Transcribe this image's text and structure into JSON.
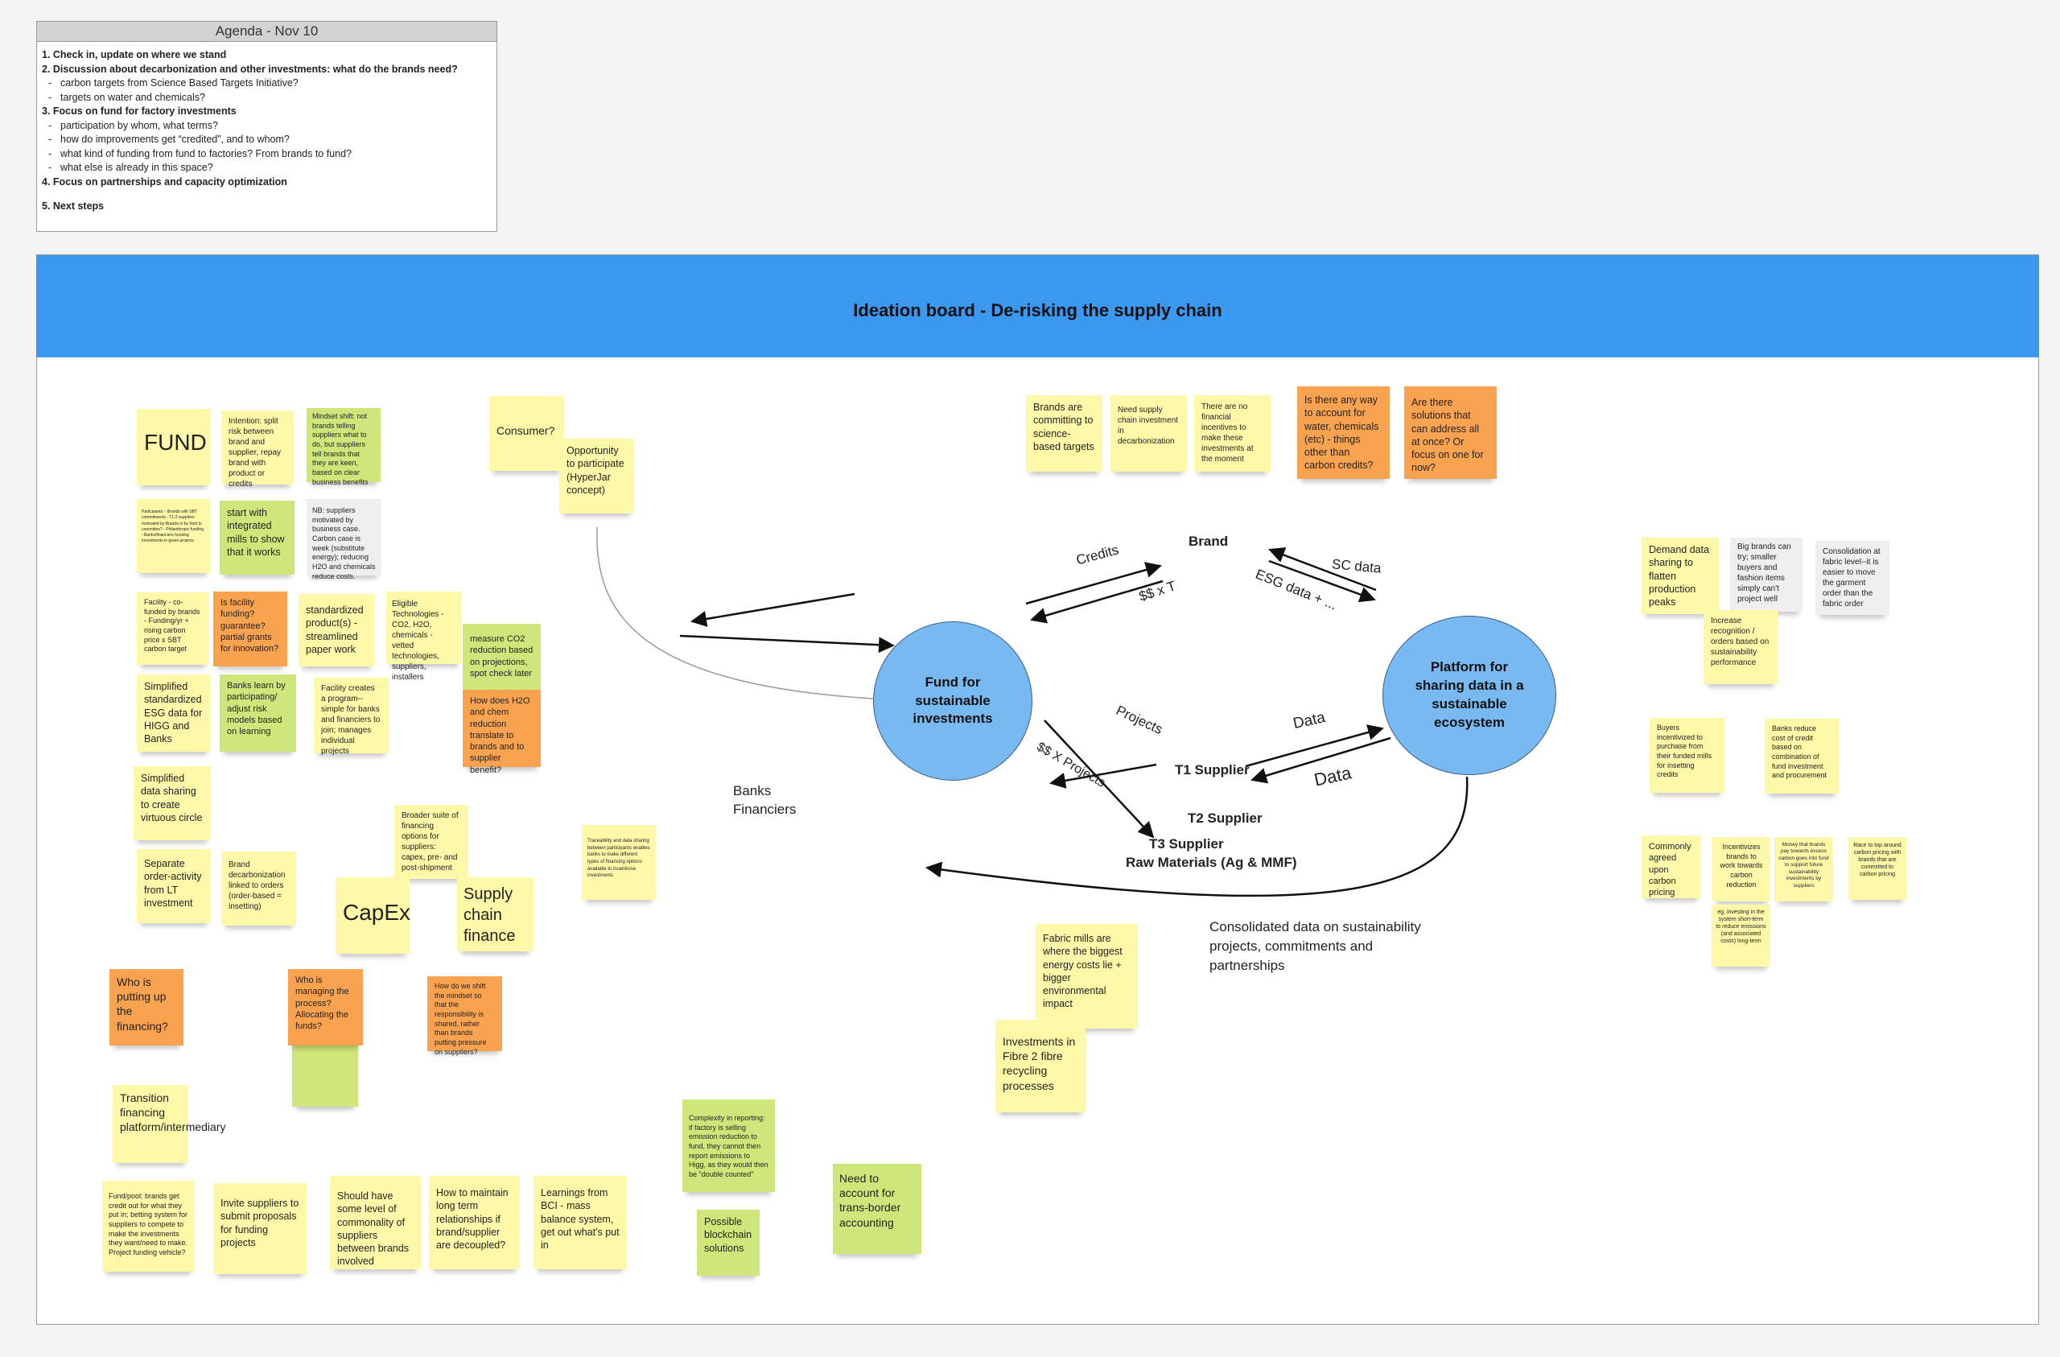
{
  "agenda": {
    "title": "Agenda - Nov 10",
    "items": [
      "1. Check in, update on where we stand",
      "2. Discussion about decarbonization and other investments:  what do the brands need?",
      "carbon targets from Science Based Targets Initiative?",
      "targets on water and chemicals?",
      "3. Focus on fund for factory investments",
      "participation by whom, what terms?",
      "how do improvements get “credited”, and to whom?",
      "what kind of funding from fund to factories? From brands to fund?",
      "what else is already in this space?",
      "4. Focus on partnerships and capacity optimization",
      "5. Next steps"
    ]
  },
  "board": {
    "title": "Ideation board - De-risking the supply chain"
  },
  "notes": {
    "fund": "FUND",
    "intention": "Intention: split risk between brand and supplier, repay brand with product or credits",
    "mindset": "Mindset shift: not brands telling suppliers what to do, but suppliers tell brands that they are keen, based on clear business benefits",
    "participants": "Participants: - Brands with SBT commitments - T1-2 suppliers motivated by Brands or by fund to committee? - Philanthropic funding - Banks/financiers housing investments in green projects",
    "start_integrated": "start with integrated mills to show that it works",
    "nb_suppliers": "NB: suppliers motivated by business case. Carbon case is week (substitute energy); reducing H2O and chemicals reduce costs.",
    "facility_cofunded": "Facility - co-funded by brands - Funding/yr + rising carbon price x SBT carbon target",
    "is_facility": "Is facility funding? guarantee? partial grants for innovation?",
    "standardized_products": "standardized product(s) - streamlined paper work",
    "eligible_tech": "Eligible Technologies - CO2, H2O, chemicals - vetted technologies, suppliers, installers",
    "measure_co2": "measure CO2 reduction based on projections, spot check later",
    "simplified_esg": "Simplified standardized ESG data for HIGG and Banks",
    "banks_learn": "Banks learn by participating/ adjust risk models based on learning",
    "facility_creates": "Facility creates a program--simple for banks and financiers to join; manages individual projects",
    "h2o_chem": "How does H2O and chem reduction translate to brands and to supplier benefit?",
    "simplified_data": "Simplified data sharing to create virtuous circle",
    "broader_suite": "Broader suite of financing options for suppliers: capex, pre- and post-shipment",
    "separate_order": "Separate order-activity from LT investment",
    "brand_decarb": "Brand decarbonization linked to orders (order-based = insetting)",
    "capex": "CapEx",
    "supply_chain_finance": "Supply chain finance",
    "traceability": "Traceability and data sharing between participants enables banks to make different types of financing options available to incentivise investments",
    "who_putting": "Who is putting up the financing?",
    "who_managing": "Who is managing the process? Allocating the funds?",
    "mindset_shift": "How do we shift the mindset so that the responsibility is shared, rather than brands putting pressure on suppliers?",
    "transition": "Transition financing platform/intermediary",
    "fundpool": "Fund/pool: brands get credit out for what they put in; betting system for suppliers to compete to make the investments they want/need to make. Project funding vehicle?",
    "invite": "Invite suppliers to submit proposals for funding projects",
    "commonality": "Should have some level of commonality of suppliers between brands involved",
    "long_term": "How to maintain long term relationships if brand/supplier are decoupled?",
    "learnings": "Learnings from BCI - mass balance system, get out what's put in",
    "complexity": "Complexity in reporting: if factory is selling emission reduction to fund, they cannot then report emissions to Higg, as they would then be \"double counted\"",
    "blockchain": "Possible blockchain solutions",
    "trans_border": "Need to account for trans-border accounting",
    "consumer": "Consumer?",
    "opportunity": "Opportunity to participate (HyperJar concept)",
    "brands_committing": "Brands are committing to science-based targets",
    "need_supply": "Need supply chain investment in decarbonization",
    "no_financial": "There are no financial incentives to make these investments at the moment",
    "water_chem": "Is there any way to account for water, chemicals (etc) - things other than carbon credits?",
    "solutions": "Are there solutions that can address all at once? Or focus on one for now?",
    "fabric_mills": "Fabric mills are where the biggest energy costs lie + bigger environmental impact",
    "fibre2fibre": "Investments in Fibre 2 fibre recycling processes",
    "demand_data": "Demand data sharing to flatten production peaks",
    "big_brands": "Big brands can try; smaller buyers and fashion items simply can't project well",
    "consolidation": "Consolidation at fabric level--it is easier to move the garment order than the fabric order",
    "increase_recognition": "Increase recognition / orders based on sustainability performance",
    "buyers_incentivized": "Buyers incentivized to purchase from their funded mills for insetting credits",
    "banks_reduce": "Banks reduce cost of credit based on combination of fund investment and procurement",
    "commonly_agreed": "Commonly agreed upon carbon pricing",
    "incentivizes": "Incentivizes brands to work towards carbon reduction",
    "money_brands": "Money that brands pay towards excess carbon goes into fund to support future sustainability investments by suppliers",
    "race_top": "Race to top around carbon pricing with brands that are committed to carbon pricing",
    "eg_investing": "eg. investing in the system short-term to reduce emissions (and associated costs) long-term"
  },
  "diagram": {
    "fund_circle": "Fund for sustainable investments",
    "platform_circle": "Platform for sharing data in a sustainable ecosystem",
    "brand": "Brand",
    "credits": "Credits",
    "money_t": "$$ x T",
    "sc_data": "SC data",
    "esg_data": "ESG data + ...",
    "projects": "Projects",
    "money_projects": "$$ X Projects",
    "data1": "Data",
    "data2": "Data",
    "t1": "T1 Supplier",
    "t2": "T2 Supplier",
    "t3": "T3 Supplier",
    "raw": "Raw Materials (Ag & MMF)",
    "banks": "Banks",
    "financiers": "Financiers",
    "consolidated": "Consolidated data on sustainability projects, commitments and partnerships"
  }
}
